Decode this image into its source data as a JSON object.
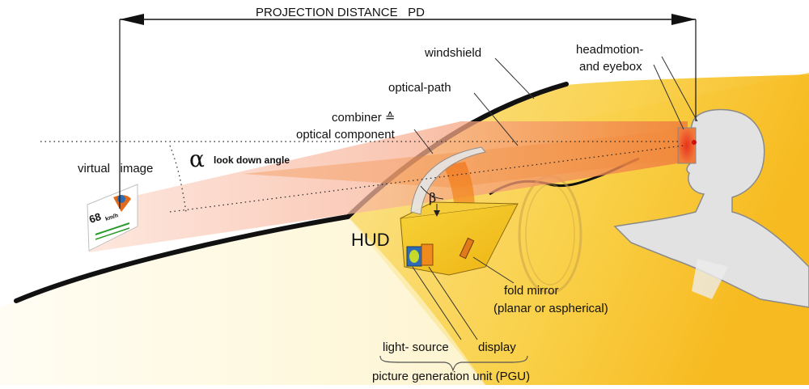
{
  "diagram": {
    "projection_distance": "PROJECTION DISTANCE   PD",
    "windshield": "windshield",
    "headmotion_line1": "headmotion-",
    "headmotion_line2": "and eyebox",
    "optical_path": "optical-path",
    "combiner_line1": "combiner ≙",
    "combiner_line2": "optical component",
    "virtual_image": "virtual   image",
    "alpha": "α",
    "look_down_angle": "look down angle",
    "beta": "β",
    "hud": "HUD",
    "fold_mirror_line1": "fold mirror",
    "fold_mirror_line2": "(planar or aspherical)",
    "light_source": "light- source",
    "display": "display",
    "pgu": "picture generation unit (PGU)",
    "virtual_image_speed": "68",
    "virtual_image_unit": "km/h"
  },
  "colors": {
    "dashboard": "#fbe58a",
    "cabin": "#f8c428",
    "beam": "#f08a3a",
    "hud_box": "#f2c21a",
    "windshield": "#111111",
    "head": "#e6e6e6"
  }
}
